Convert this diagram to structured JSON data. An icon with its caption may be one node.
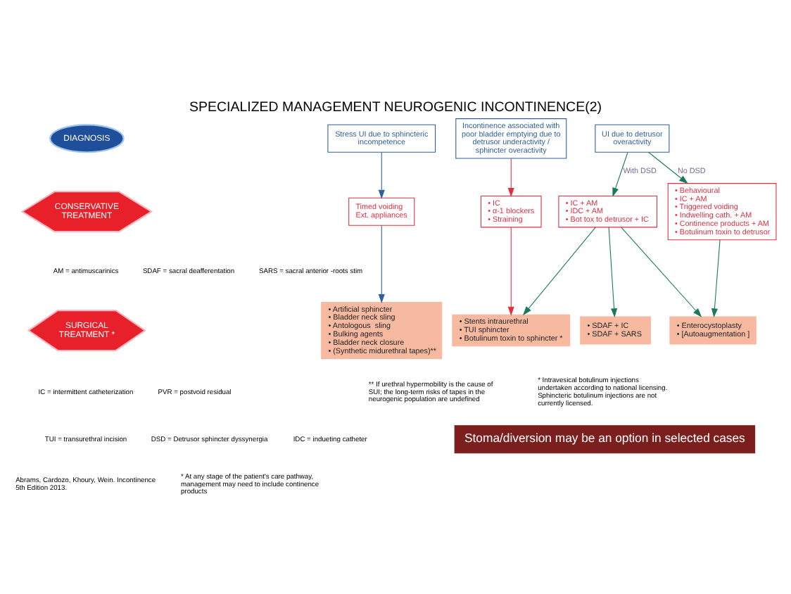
{
  "diagram": {
    "title": "SPECIALIZED MANAGEMENT NEUROGENIC INCONTINENCE(2)",
    "nodes": [
      {
        "text": [
          "DIAGNOSIS"
        ]
      },
      {
        "text": [
          "CONSERVATIVE TREATMENT"
        ]
      },
      {
        "text": [
          "SURGICAL TREATMENT *"
        ]
      },
      {
        "text": [
          "Stress UI due to sphincteric incompetence"
        ]
      },
      {
        "text": [
          "Incontinence associated with poor bladder emptying due to detrusor underactivity / sphincter overactivity"
        ]
      },
      {
        "text": [
          "UI due to detrusor overactivity"
        ]
      },
      {
        "text": [
          "Timed voiding",
          "Ext. appliances"
        ]
      },
      {
        "text": [
          "• IC",
          "• α-1 blockers",
          "• Straining"
        ]
      },
      {
        "text": [
          "• IC + AM",
          "• IDC + AM",
          "• Bot tox to detrusor + IC"
        ]
      },
      {
        "text": [
          "• Behavioural",
          "• IC + AM",
          "• Triggered voiding",
          "• Indwelling cath. + AM",
          "• Continence products + AM",
          "• Botulinum toxin to detrusor"
        ]
      },
      {
        "text": [
          "• Artificial sphincter",
          "• Bladder neck sling",
          "• Antologous  sling",
          "• Bulking agents",
          "• Bladder neck closure",
          "• (Synthetic midurethral tapes)**"
        ]
      },
      {
        "text": [
          "• Stents intraurethral",
          "• TUI sphincter",
          "• Botulinum toxin to sphincter *"
        ]
      },
      {
        "text": [
          "• SDAF + IC",
          "• SDAF + SARS"
        ]
      },
      {
        "text": [
          "• Enterocystoplasty",
          "• [Autoaugmentation ]"
        ]
      },
      {
        "text": [
          "Stoma/diversion may be an option in selected cases"
        ]
      }
    ],
    "edges": [
      {
        "from": 3,
        "to": 6,
        "arrow": "to",
        "color": "#2f5f9e"
      },
      {
        "from": 6,
        "to": 10,
        "arrow": "to",
        "color": "#2f5f9e"
      },
      {
        "from": 4,
        "to": 7,
        "arrow": "to",
        "color": "#e03040"
      },
      {
        "from": 7,
        "to": 11,
        "arrow": "to",
        "color": "#e03040"
      },
      {
        "from": 5,
        "to": 8,
        "arrow": "to",
        "label": "With DSD"
      },
      {
        "from": 5,
        "to": 9,
        "arrow": "to",
        "label": "No DSD"
      },
      {
        "from": 8,
        "to": 11,
        "arrow": "to"
      },
      {
        "from": 8,
        "to": 12,
        "arrow": "to"
      },
      {
        "from": 8,
        "to": 13,
        "arrow": "to"
      },
      {
        "from": 9,
        "to": 13,
        "arrow": "to"
      }
    ],
    "labels": [
      "AM = antimuscarinics",
      "SDAF = sacral deafferentation",
      "SARS = sacral anterior -roots stim",
      "IC = intermittent catheterization",
      "PVR = postvoid residual",
      "TUI = transurethral incision",
      "DSD = Detrusor sphincter dyssynergia",
      "IDC = indueting catheter",
      "Abrams, Cardozo, Khoury, Wein. Incontinence 5th Edition 2013.",
      "** If urethral hypermobility is the cause of SUI; the long-term risks of tapes in the neurogenic population are undefined",
      "* Intravesical botulinum injections undertaken according to national licensing. Sphincteric botulinum injections are not currently licensed.",
      "* At any stage of the patient's care pathway, management may need to include continence products"
    ]
  }
}
